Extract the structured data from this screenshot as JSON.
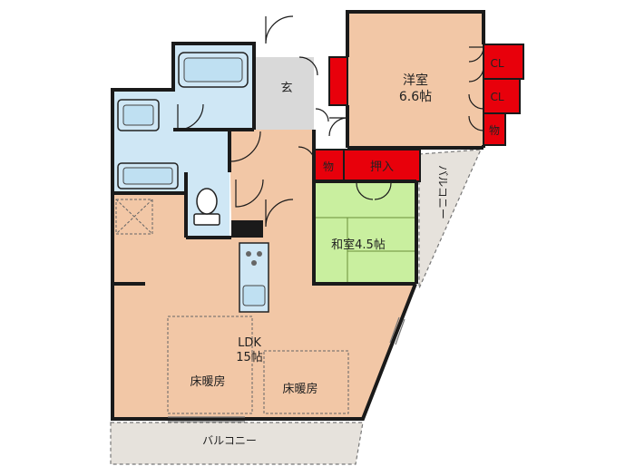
{
  "rooms": {
    "entrance": "玄",
    "western_room_name": "洋室",
    "western_room_size": "6.6帖",
    "closet_1": "CL",
    "closet_2": "CL",
    "storage_1": "物",
    "storage_2": "物",
    "oshiire": "押入",
    "japanese_room": "和室4.5帖",
    "ldk_name": "LDK",
    "ldk_size": "15帖",
    "floor_heating_1": "床暖房",
    "floor_heating_2": "床暖房",
    "balcony_right": "バルコニー",
    "balcony_bottom": "バルコニー"
  },
  "colors": {
    "ldk": "#f2c7a6",
    "bath": "#cfe7f5",
    "entrance": "#d9d9d9",
    "storage": "#e8000b",
    "japanese": "#c9ef9f",
    "balcony": "#e6e2dc",
    "wall": "#1a1a1a"
  }
}
